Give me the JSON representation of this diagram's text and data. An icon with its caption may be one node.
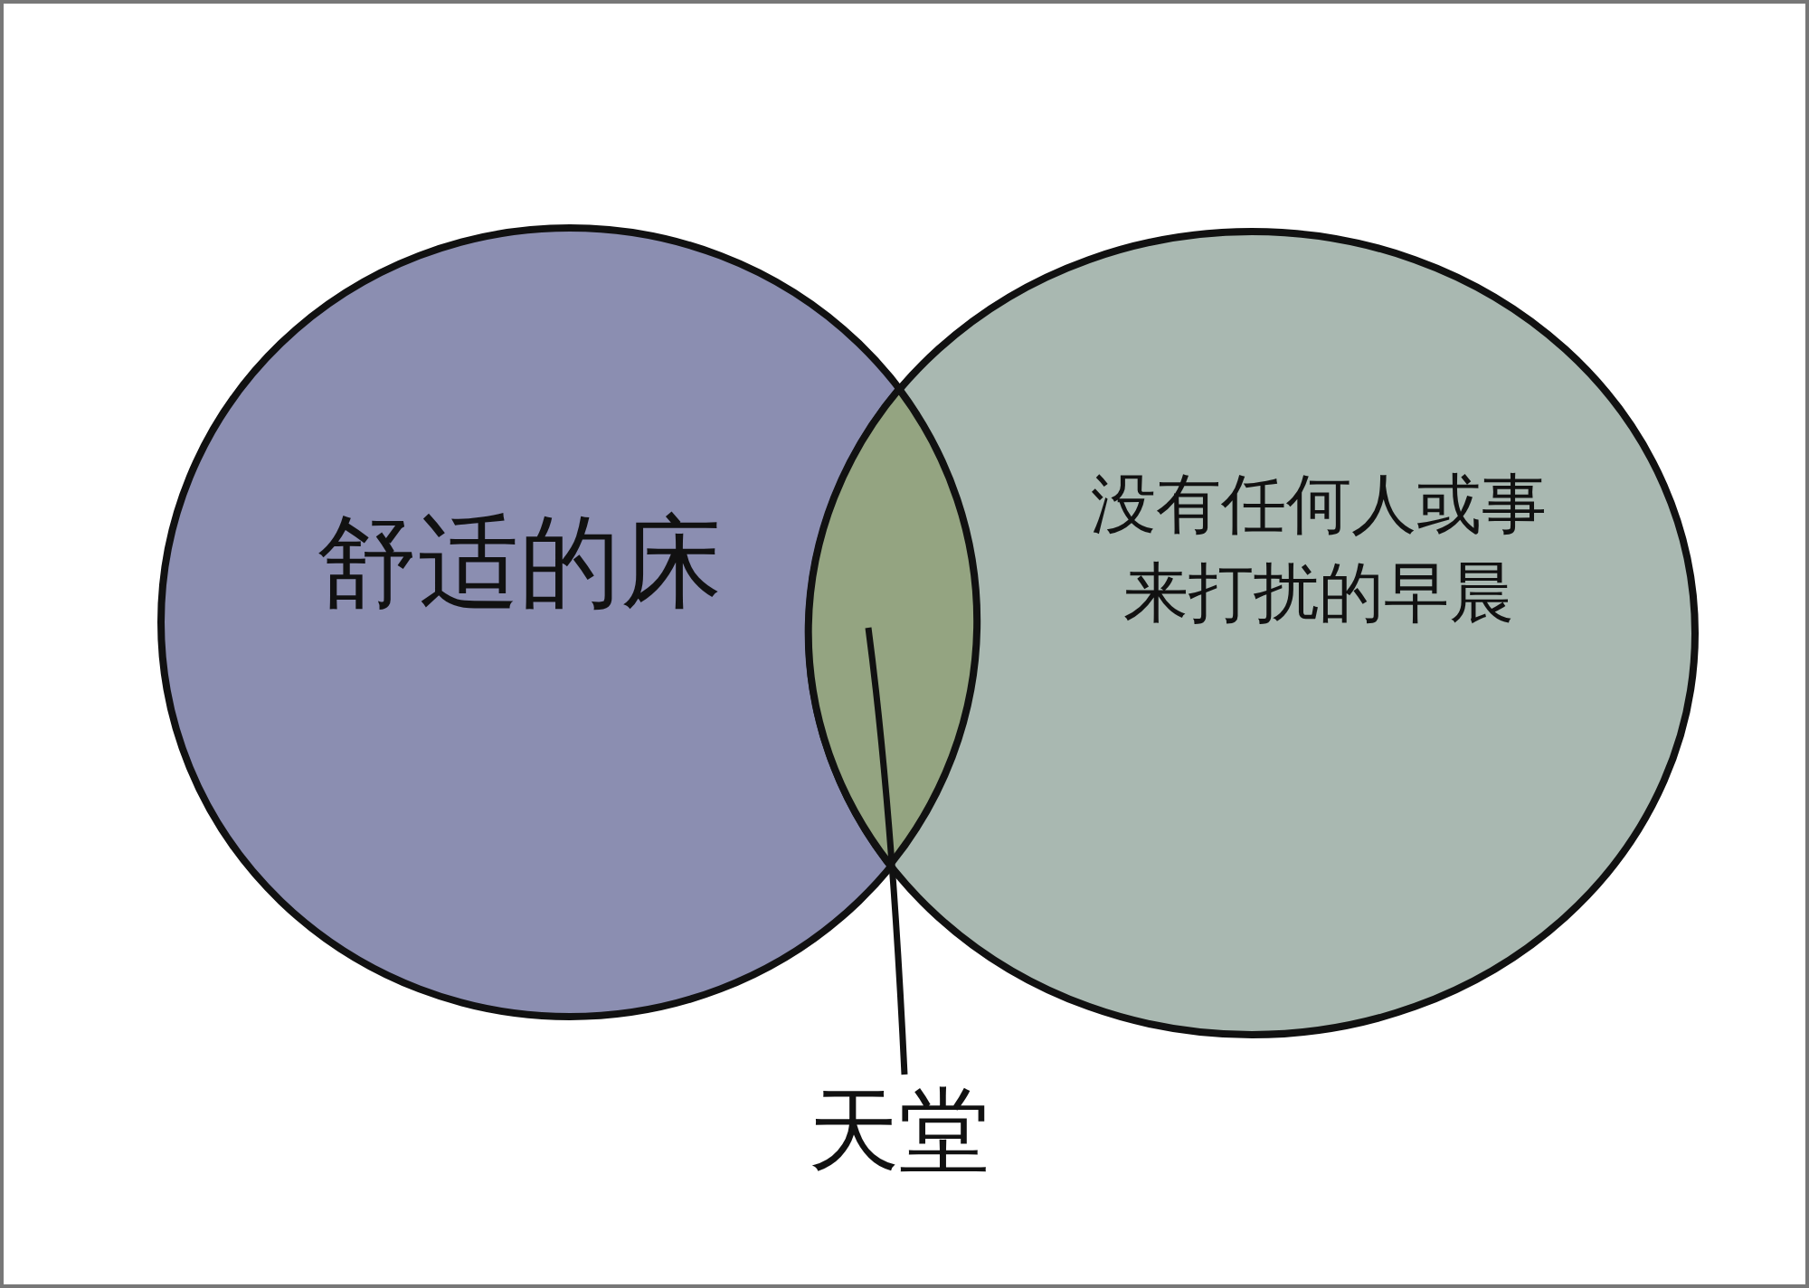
{
  "diagram": {
    "nodes": [
      {
        "text": [
          "舒适的床"
        ]
      },
      {
        "text": [
          "没有任何人或事来打扰的早晨"
        ]
      },
      {
        "text": [
          "天堂"
        ]
      },
      {
        "text": [],
        "shape": "lens"
      }
    ],
    "edges": [
      {
        "from": 2,
        "to": 3,
        "arrow": "none"
      }
    ]
  }
}
